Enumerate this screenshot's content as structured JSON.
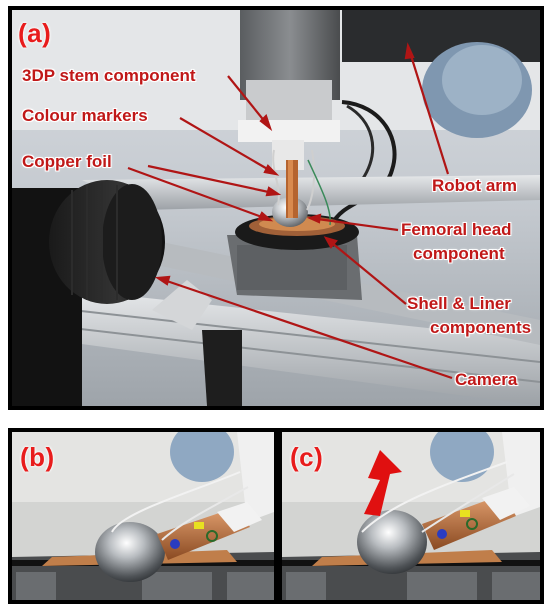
{
  "figure": {
    "panel_a": {
      "label": "(a)",
      "callouts": {
        "stem": "3DP stem component",
        "markers": "Colour markers",
        "foil": "Copper foil",
        "robot": "Robot arm",
        "femoral_l1": "Femoral head",
        "femoral_l2": "component",
        "shell_l1": "Shell & Liner",
        "shell_l2": "components",
        "camera": "Camera"
      }
    },
    "panel_b": {
      "label": "(b)"
    },
    "panel_c": {
      "label": "(c)"
    }
  },
  "colors": {
    "callout_text": "#c01818",
    "label_text": "#e81c1c",
    "arrow": "#e01010",
    "frame": "#000000"
  }
}
